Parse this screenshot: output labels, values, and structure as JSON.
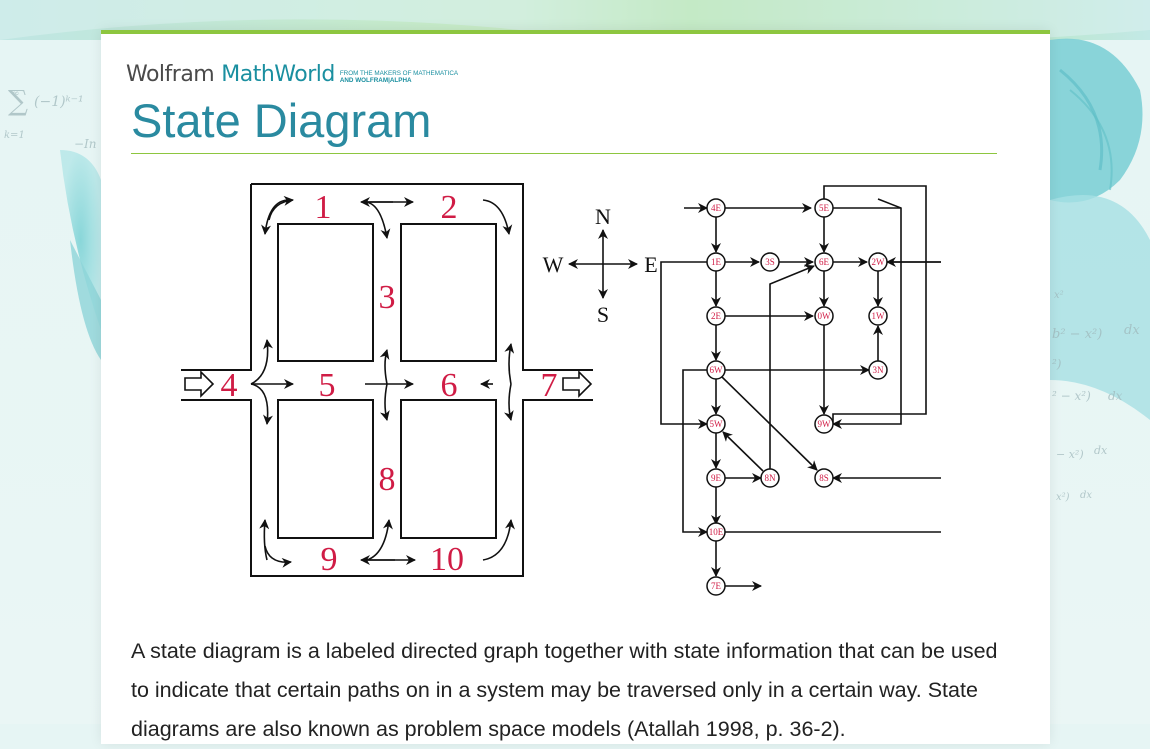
{
  "site": {
    "brand_part1": "Wolfram",
    "brand_part2": "MathWorld",
    "tagline_line1": "FROM THE MAKERS OF MATHEMATICA",
    "tagline_line2": "AND WOLFRAM|ALPHA"
  },
  "page": {
    "title": "State Diagram",
    "description": "A state diagram is a labeled directed graph together with state information that can be used to indicate that certain paths on in a system may be traversed only in a certain way. State diagrams are also known as problem space models (Atallah 1998, p. 36-2)."
  },
  "background_math": {
    "sum_expr": "(−1)ᵏ⁻¹",
    "sum_top": "∞",
    "sum_bottom": "k=1",
    "left_frag": "−In",
    "r1": "b² − x²)",
    "r2": "dx",
    "r3": "²)",
    "r4": "² − x²)",
    "r5": "dx",
    "r6": "− x²)",
    "r7": "dx",
    "r8": "x²)",
    "r9": "dx",
    "r10": "x²"
  },
  "figure": {
    "map": {
      "location_labels": [
        "1",
        "2",
        "3",
        "4",
        "5",
        "6",
        "7",
        "8",
        "9",
        "10"
      ]
    },
    "compass": {
      "north": "N",
      "south": "S",
      "east": "E",
      "west": "W"
    },
    "graph": {
      "nodes": [
        "4E",
        "5E",
        "1E",
        "3S",
        "6E",
        "2W",
        "2E",
        "0W",
        "1W",
        "6W",
        "3N",
        "5W",
        "9W",
        "9E",
        "8N",
        "8S",
        "10E",
        "7E"
      ]
    }
  },
  "colors": {
    "accent_green": "#8dc63f",
    "title_teal": "#2a8aa0",
    "label_red": "#d01c45"
  }
}
